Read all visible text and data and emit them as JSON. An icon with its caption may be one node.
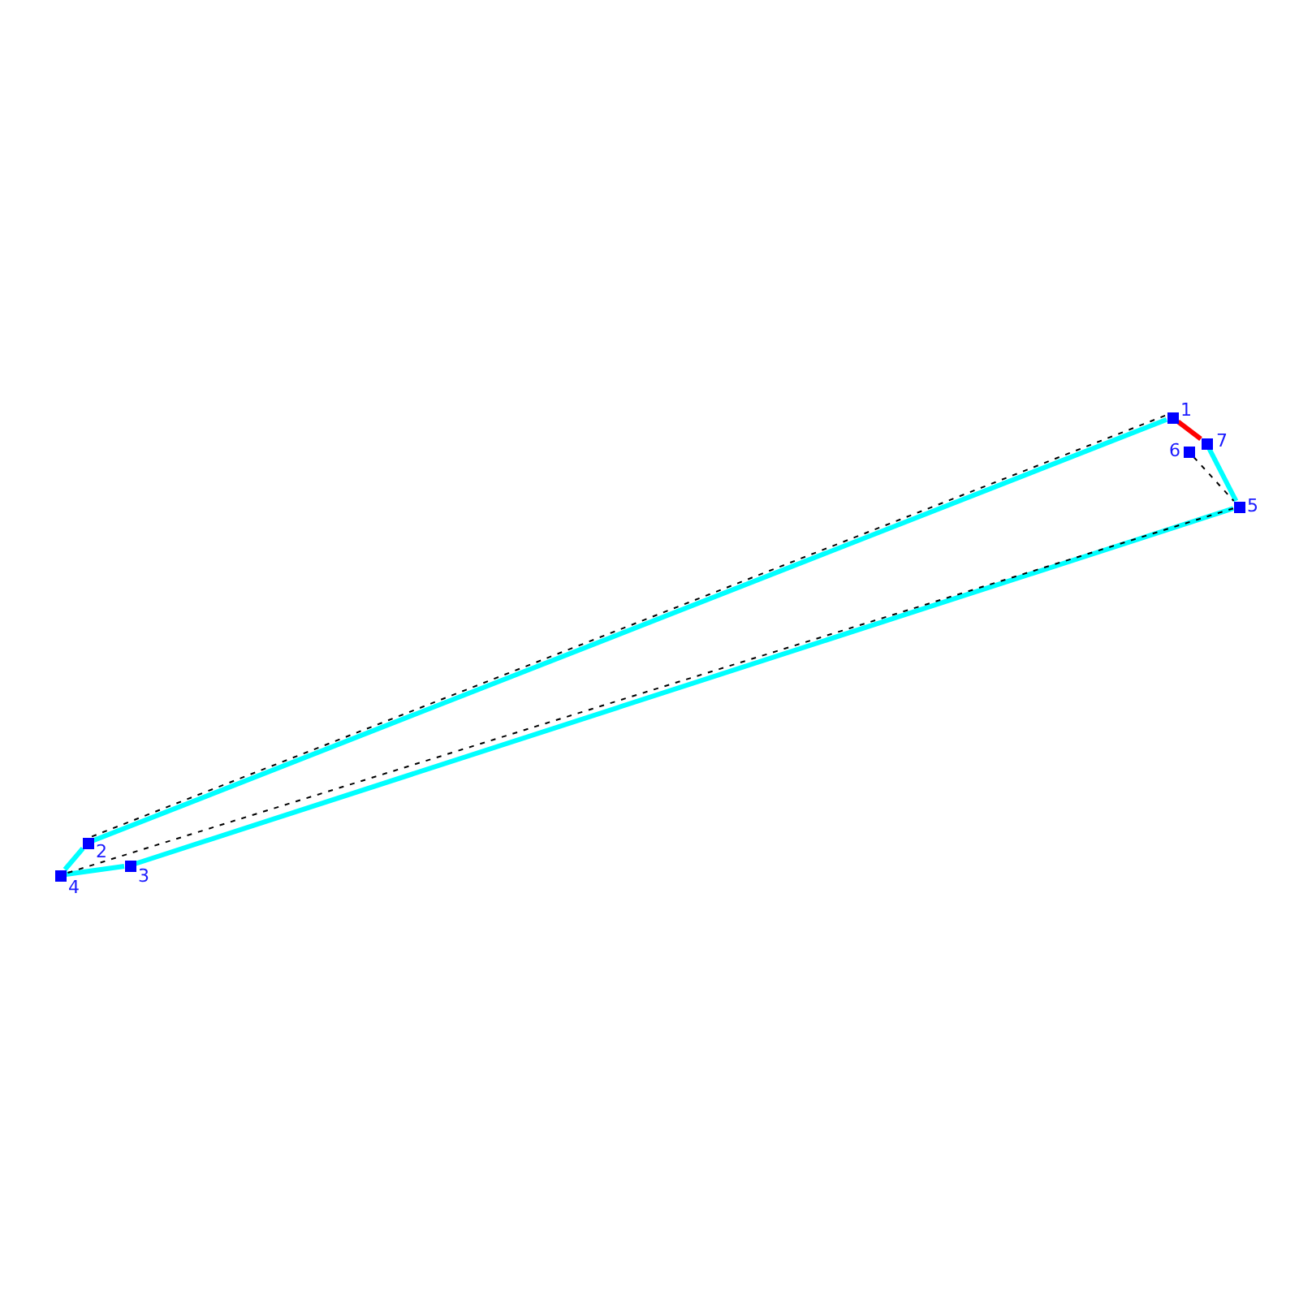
{
  "diagram": {
    "nodes": [
      {
        "text": [],
        "shape": "box",
        "beside": [
          "1"
        ]
      },
      {
        "text": [],
        "shape": "box",
        "beside": [
          "2"
        ]
      },
      {
        "text": [],
        "shape": "box",
        "beside": [
          "3"
        ]
      },
      {
        "text": [],
        "shape": "box",
        "beside": [
          "4"
        ]
      },
      {
        "text": [],
        "shape": "box",
        "beside": [
          "5"
        ]
      },
      {
        "text": [],
        "shape": "box",
        "beside": [
          "6"
        ]
      },
      {
        "text": [],
        "shape": "box",
        "beside": [
          "7"
        ]
      }
    ],
    "edges": [
      {
        "from": 0,
        "to": 1,
        "arrow": "none"
      },
      {
        "from": 1,
        "to": 3,
        "arrow": "none"
      },
      {
        "from": 3,
        "to": 2,
        "arrow": "none"
      },
      {
        "from": 2,
        "to": 4,
        "arrow": "none"
      },
      {
        "from": 4,
        "to": 6,
        "arrow": "none"
      },
      {
        "from": 6,
        "to": 0,
        "arrow": "none",
        "color": "#ff0000"
      },
      {
        "from": 1,
        "to": 0,
        "arrow": "none",
        "style": "dashed",
        "color": "#000000"
      },
      {
        "from": 4,
        "to": 3,
        "arrow": "none",
        "style": "dashed",
        "color": "#000000"
      },
      {
        "from": 5,
        "to": 4,
        "arrow": "none",
        "style": "dashed",
        "color": "#000000"
      }
    ]
  }
}
